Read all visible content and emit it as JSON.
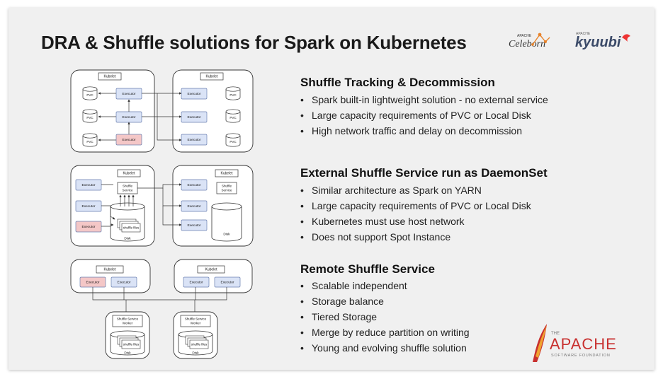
{
  "title": "DRA & Shuffle solutions for Spark on Kubernetes",
  "logos": {
    "celeborn": {
      "top": "APACHE",
      "main": "Celeborn"
    },
    "kyuubi": {
      "top": "APACHE",
      "main": "kyuubi"
    },
    "apache": {
      "top": "THE",
      "main": "APACHE",
      "sub": "SOFTWARE FOUNDATION"
    }
  },
  "sections": [
    {
      "title": "Shuffle Tracking & Decommission",
      "bullets": [
        "Spark built-in lightweight solution - no external service",
        "Large capacity requirements of PVC or Local Disk",
        "High network traffic and delay on decommission"
      ]
    },
    {
      "title": "External Shuffle Service run as DaemonSet",
      "bullets": [
        "Similar architecture as Spark on YARN",
        "Large capacity requirements of PVC or Local Disk",
        "Kubernetes must use host network",
        "Does not support Spot Instance"
      ]
    },
    {
      "title": "Remote Shuffle Service",
      "bullets": [
        "Scalable independent",
        "Storage balance",
        "Tiered Storage",
        "Merge by reduce partition on writing",
        "Young and evolving shuffle solution"
      ]
    }
  ],
  "diagram": {
    "kubelet": "Kubelet",
    "executor": "Executor",
    "pvc": "PVC",
    "shuffle_service": [
      "Shuffle",
      "Service"
    ],
    "disk": "Disk",
    "shuffle_files": "shuffle files",
    "worker": [
      "Shuffle Service",
      "Worker"
    ]
  },
  "colors": {
    "slide_bg": "#f0f0f0",
    "executor_blue": "#dae3f6",
    "executor_red": "#f4c7c7",
    "box_border": "#333333"
  }
}
